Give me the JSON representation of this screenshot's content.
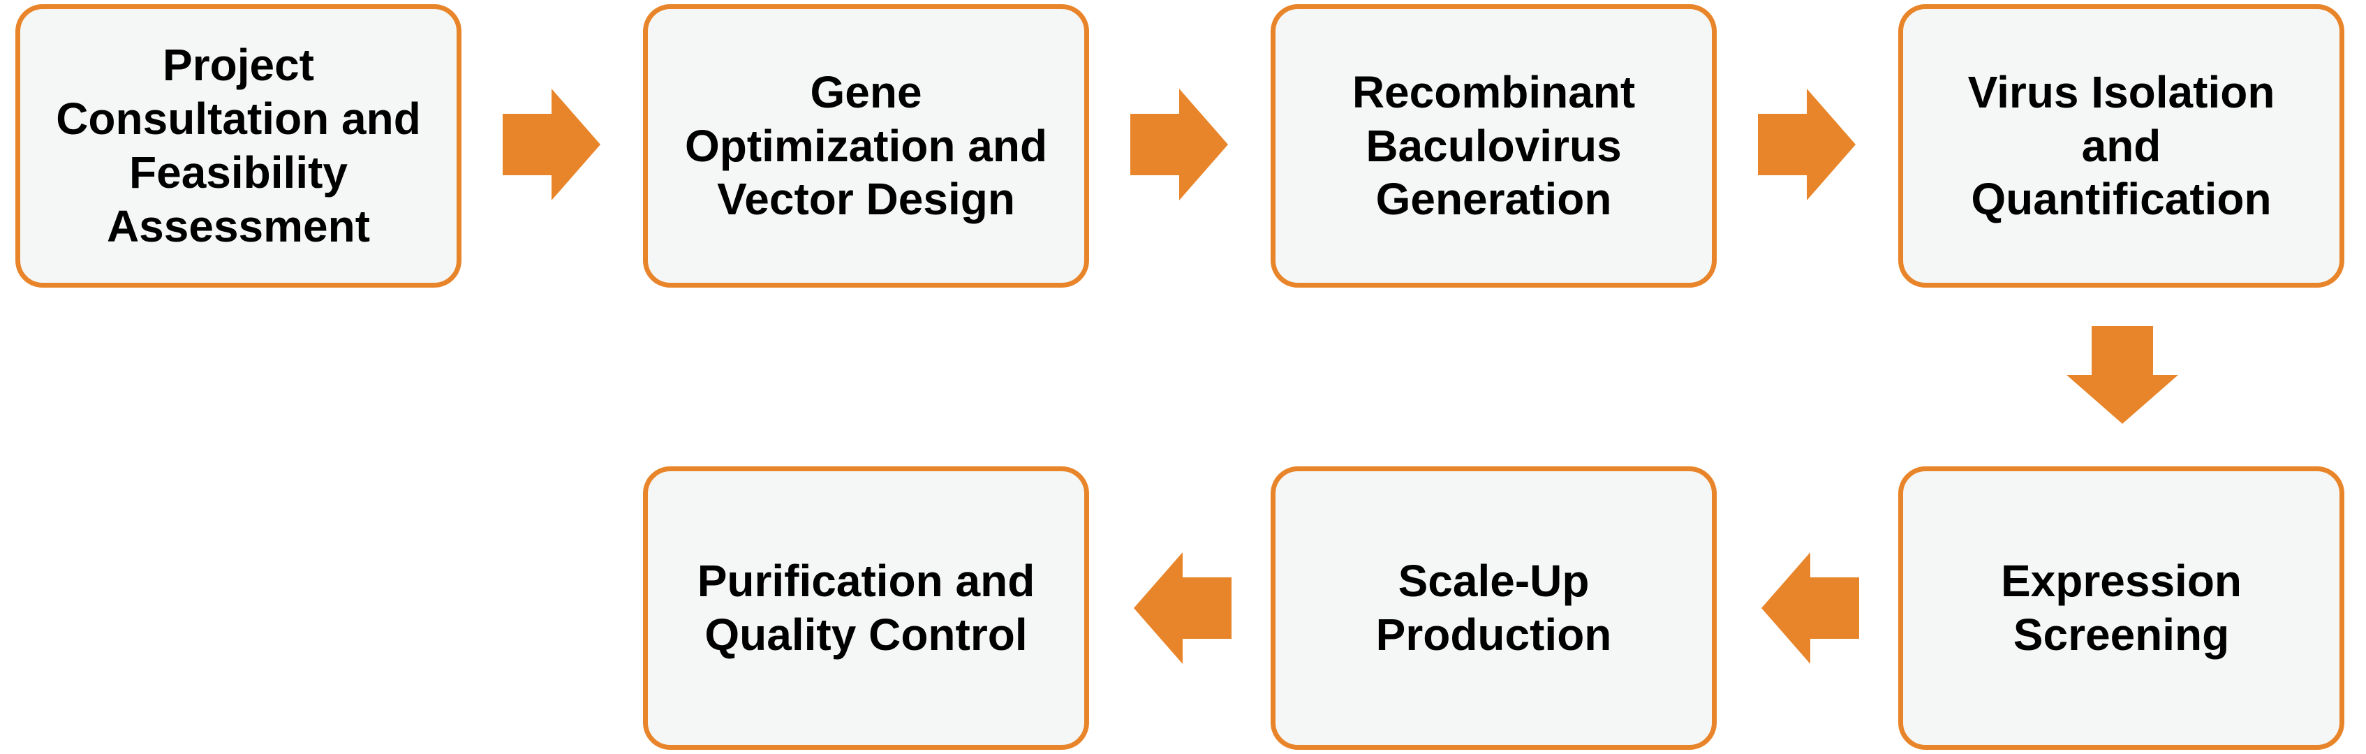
{
  "colors": {
    "accent": "#e8852a",
    "box_fill": "#f5f7f6",
    "text": "#000000"
  },
  "steps": [
    {
      "lines": [
        "Project",
        "Consultation and",
        "Feasibility",
        "Assessment"
      ]
    },
    {
      "lines": [
        "Gene",
        "Optimization and",
        "Vector Design"
      ]
    },
    {
      "lines": [
        "Recombinant",
        "Baculovirus",
        "Generation"
      ]
    },
    {
      "lines": [
        "Virus Isolation",
        "and",
        "Quantification"
      ]
    },
    {
      "lines": [
        "Expression",
        "Screening"
      ]
    },
    {
      "lines": [
        "Scale-Up",
        "Production"
      ]
    },
    {
      "lines": [
        "Purification and",
        "Quality Control"
      ]
    }
  ]
}
